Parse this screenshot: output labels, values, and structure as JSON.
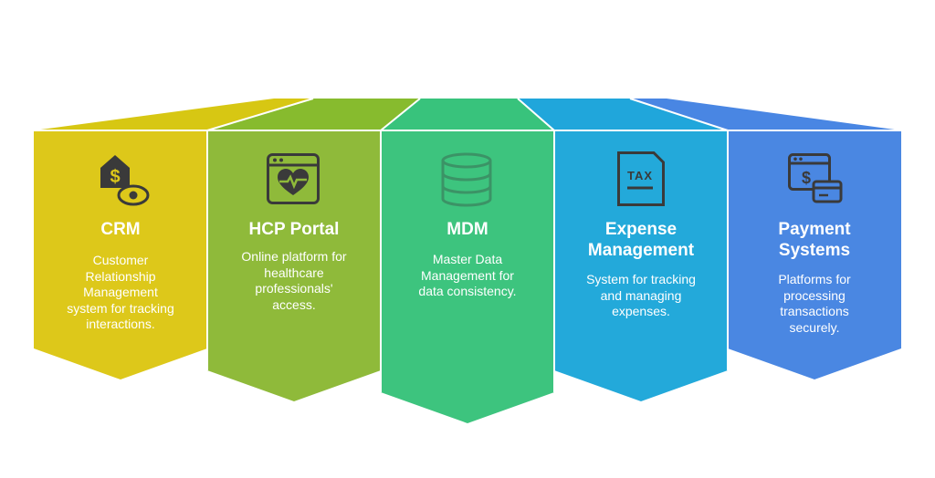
{
  "panels": [
    {
      "id": "crm",
      "title": "CRM",
      "description": "Customer\nRelationship\nManagement\nsystem for tracking\ninteractions.",
      "color": "#DDC81A",
      "top_color": "#D7C713",
      "icon": "money-house-eye-icon"
    },
    {
      "id": "hcp",
      "title": "HCP Portal",
      "description": "Online platform for\nhealthcare\nprofessionals'\naccess.",
      "color": "#8FBA3A",
      "top_color": "#87BB2E",
      "icon": "browser-heart-icon"
    },
    {
      "id": "mdm",
      "title": "MDM",
      "description": "Master Data\nManagement for\ndata consistency.",
      "color": "#3DC47E",
      "top_color": "#38C37C",
      "icon": "database-icon"
    },
    {
      "id": "expense",
      "title": "Expense\nManagement",
      "description": "System for tracking\nand managing\nexpenses.",
      "color": "#23A9DA",
      "top_color": "#20A6DB",
      "icon": "tax-document-icon"
    },
    {
      "id": "payment",
      "title": "Payment\nSystems",
      "description": "Platforms for\nprocessing\ntransactions\nsecurely.",
      "color": "#4A87E2",
      "top_color": "#4986E3",
      "icon": "browser-payment-card-icon"
    }
  ],
  "icon_color": "#3A3A3A"
}
